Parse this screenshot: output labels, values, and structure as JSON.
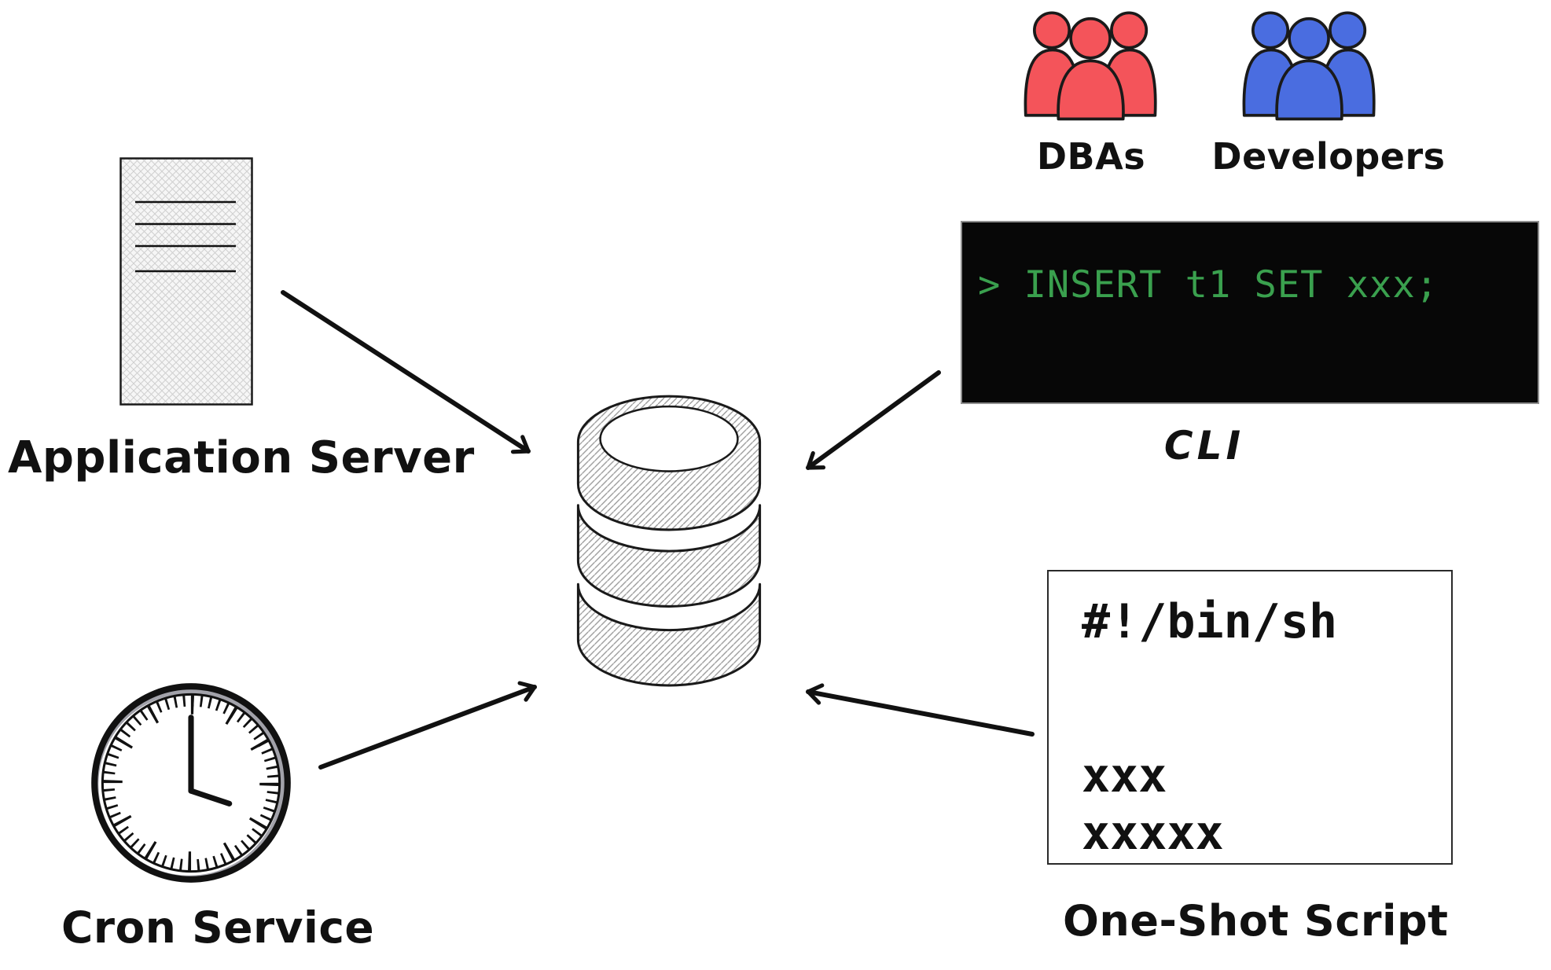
{
  "colors": {
    "red": "#f4545a",
    "blue": "#4a6de0",
    "green": "#3aa04e",
    "terminal_bg": "#070707",
    "ink": "#111111"
  },
  "nodes": {
    "application_server": {
      "label": "Application Server",
      "icon": "document-icon"
    },
    "dbas": {
      "label": "DBAs",
      "icon": "people-group-icon"
    },
    "developers": {
      "label": "Developers",
      "icon": "people-group-icon"
    },
    "cli": {
      "label": "CLI",
      "terminal_line": "> INSERT t1 SET xxx;"
    },
    "database": {
      "icon": "database-cylinder-icon"
    },
    "cron": {
      "label": "Cron Service",
      "icon": "clock-icon"
    },
    "one_shot_script": {
      "label": "One-Shot Script",
      "lines": [
        "#!/bin/sh",
        "xxx",
        "xxxxx"
      ]
    }
  },
  "edges": [
    {
      "from": "application-server",
      "to": "database"
    },
    {
      "from": "cli",
      "to": "database"
    },
    {
      "from": "cron-service",
      "to": "database"
    },
    {
      "from": "one-shot-script",
      "to": "database"
    }
  ]
}
